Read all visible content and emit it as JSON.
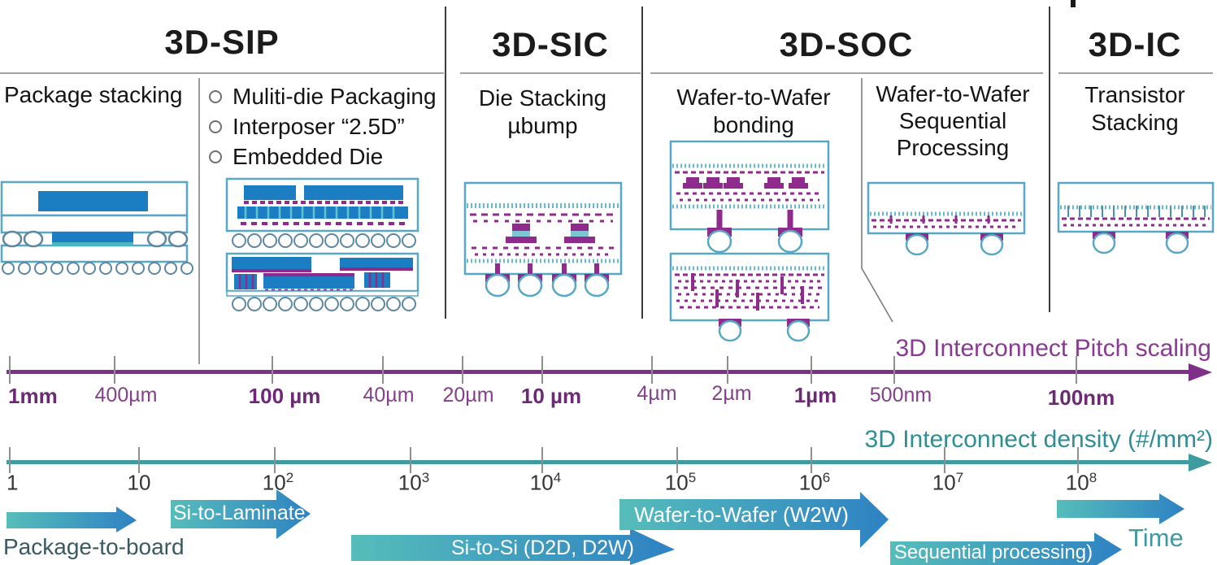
{
  "header": {
    "titles": [
      "3D-SIP",
      "3D-SIC",
      "3D-SOC",
      "3D-IC"
    ]
  },
  "subs": {
    "package_stacking": "Package stacking",
    "bullets": [
      "Muliti-die Packaging",
      "Interposer “2.5D”",
      "Embedded Die"
    ],
    "die_stacking": "Die Stacking µbump",
    "w2w_bonding": "Wafer-to-Wafer bonding",
    "w2w_sequential": "Wafer-to-Wafer Sequential Processing",
    "transistor_stacking": "Transistor Stacking"
  },
  "pitch_axis": {
    "title": "3D Interconnect Pitch scaling",
    "ticks": [
      {
        "label": "1mm"
      },
      {
        "label": "400µm"
      },
      {
        "label": "100 µm"
      },
      {
        "label": "40µm"
      },
      {
        "label": "20µm"
      },
      {
        "label": "10 µm"
      },
      {
        "label": "4µm"
      },
      {
        "label": "2µm"
      },
      {
        "label": "1µm"
      },
      {
        "label": "500nm"
      },
      {
        "label": "100nm"
      }
    ]
  },
  "density_axis": {
    "title": "3D Interconnect density (#/mm²)",
    "ticks": [
      {
        "base": "1",
        "exp": ""
      },
      {
        "base": "10",
        "exp": ""
      },
      {
        "base": "10",
        "exp": "2"
      },
      {
        "base": "10",
        "exp": "3"
      },
      {
        "base": "10",
        "exp": "4"
      },
      {
        "base": "10",
        "exp": "5"
      },
      {
        "base": "10",
        "exp": "6"
      },
      {
        "base": "10",
        "exp": "7"
      },
      {
        "base": "10",
        "exp": "8"
      }
    ]
  },
  "timeline": {
    "package_to_board": "Package-to-board",
    "si_to_laminate": "Si-to-Laminate",
    "si_to_si": "Si-to-Si (D2D, D2W)",
    "wafer_to_wafer": "Wafer-to-Wafer (W2W)",
    "sequential_processing": "Sequential processing)",
    "time": "Time"
  },
  "colors": {
    "pitch_purple": "#7e2f87",
    "density_teal": "#3e9ba0",
    "die_blue": "#1b7ec2",
    "detail_purple": "#8e2b8d",
    "arrow_gradient_start": "#56bdba",
    "arrow_gradient_end": "#2e82c3"
  }
}
